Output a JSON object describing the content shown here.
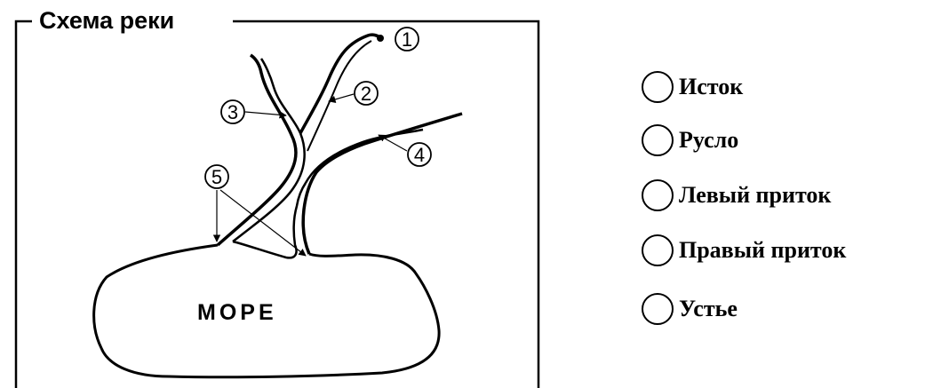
{
  "diagram": {
    "title": "Схема реки",
    "sea_label": "МОРЕ",
    "callouts": [
      "1",
      "2",
      "3",
      "4",
      "5"
    ]
  },
  "answers": [
    {
      "label": "Исток"
    },
    {
      "label": "Русло"
    },
    {
      "label": "Левый приток"
    },
    {
      "label": "Правый приток"
    },
    {
      "label": "Устье"
    }
  ]
}
